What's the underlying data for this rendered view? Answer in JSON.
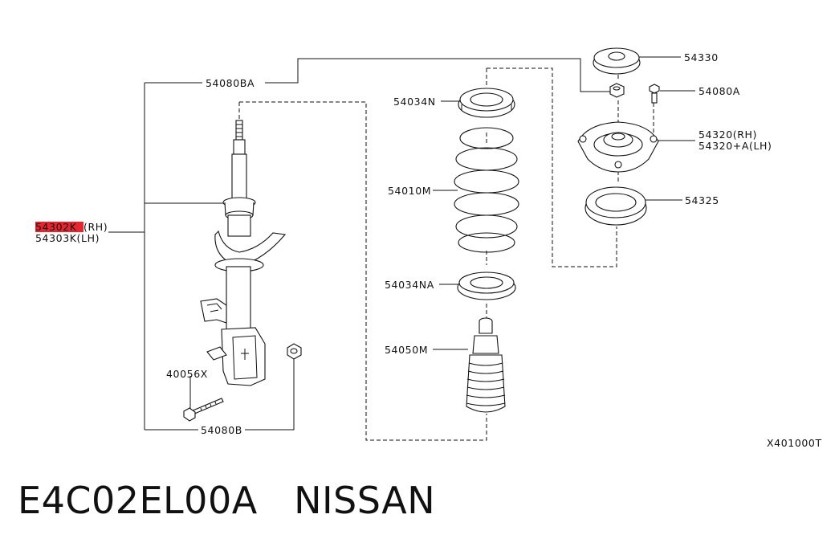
{
  "labels": {
    "strut_rh_code": "54302K",
    "strut_rh_side": "(RH)",
    "strut_lh": "54303K(LH)",
    "strut_assy": "54080BA",
    "strut_lower": "54080B",
    "bolt": "40056X",
    "spring_upper_seat": "54034N",
    "spring": "54010M",
    "spring_lower_seat": "54034NA",
    "bumper": "54050M",
    "mount_cap": "54330",
    "nut": "54080A",
    "mount_rh": "54320(RH)",
    "mount_lh": "54320+A(LH)",
    "bearing": "54325",
    "diagram_code": "X401000T"
  },
  "footer": {
    "part_number": "E4C02EL00A",
    "brand": "NISSAN"
  },
  "colors": {
    "highlight": "#e8242c",
    "line": "#111111"
  }
}
